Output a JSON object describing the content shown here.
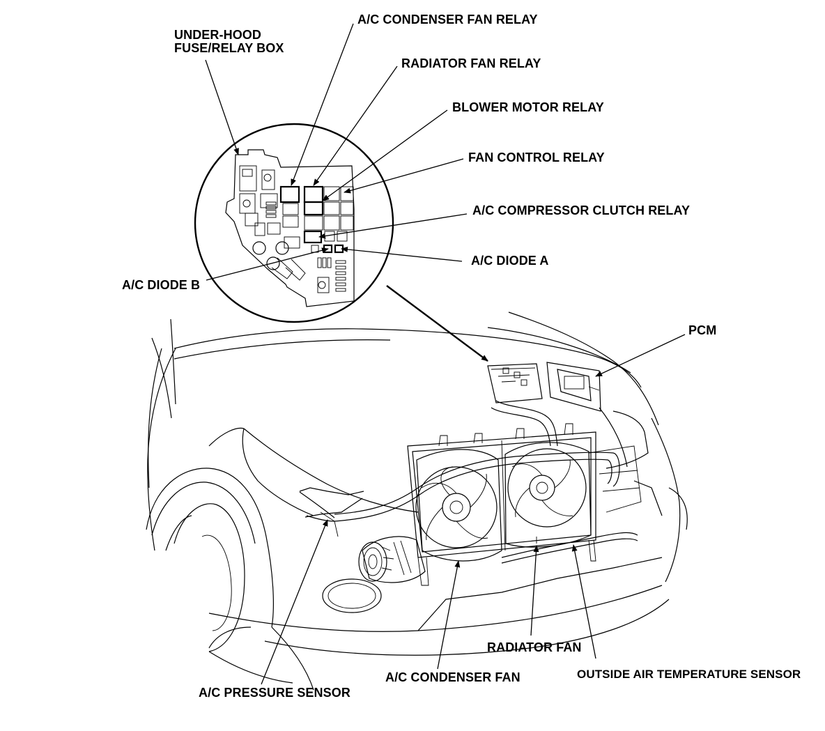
{
  "labels": {
    "under_hood_line1": "UNDER-HOOD",
    "under_hood_line2": "FUSE/RELAY BOX",
    "ac_condenser_fan_relay": "A/C CONDENSER FAN RELAY",
    "radiator_fan_relay": "RADIATOR FAN RELAY",
    "blower_motor_relay": "BLOWER MOTOR RELAY",
    "fan_control_relay": "FAN CONTROL RELAY",
    "ac_compressor_clutch_relay": "A/C COMPRESSOR CLUTCH RELAY",
    "ac_diode_a": "A/C DIODE A",
    "ac_diode_b": "A/C DIODE B",
    "pcm": "PCM",
    "radiator_fan": "RADIATOR FAN",
    "ac_condenser_fan": "A/C CONDENSER FAN",
    "outside_air_temperature_sensor": "OUTSIDE AIR TEMPERATURE SENSOR",
    "ac_pressure_sensor": "A/C PRESSURE SENSOR"
  }
}
